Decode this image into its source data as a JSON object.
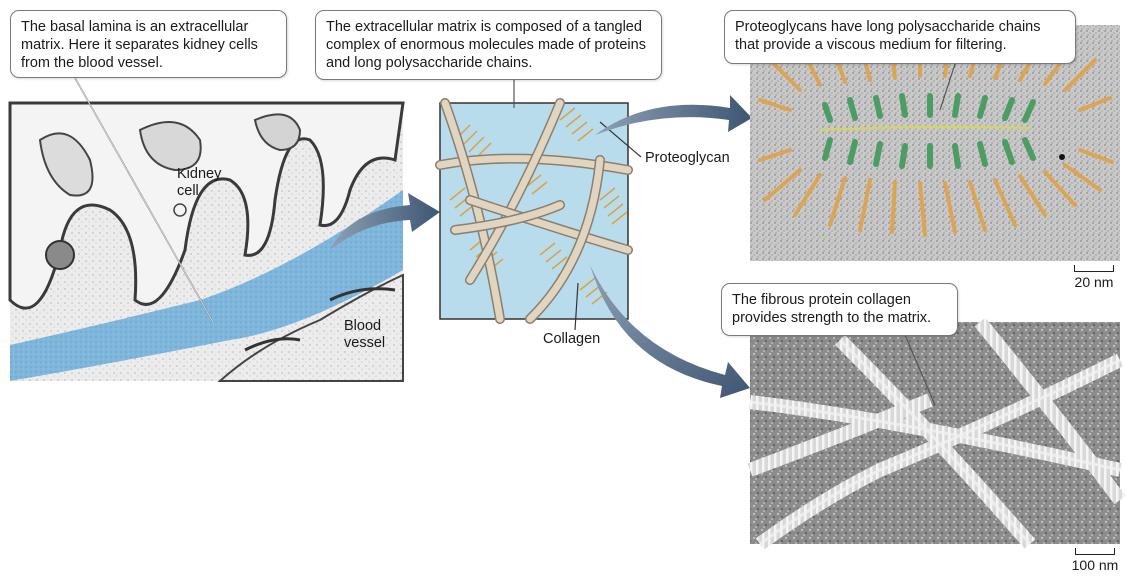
{
  "callouts": {
    "basal_lamina": "The basal lamina is an extracellular matrix. Here it separates kidney cells from the blood vessel.",
    "ecm": "The extracellular matrix is composed of a tangled complex of enormous molecules made of proteins and long polysaccharide chains.",
    "proteoglycans": "Proteoglycans have long polysaccharide chains that provide a viscous medium for filtering.",
    "collagen": "The fibrous protein collagen provides strength to the matrix."
  },
  "labels": {
    "kidney_cell": "Kidney cell",
    "blood_vessel": "Blood vessel",
    "proteoglycan": "Proteoglycan",
    "collagen": "Collagen"
  },
  "scale_bars": {
    "proteoglycan": "20 nm",
    "collagen": "100 nm"
  },
  "colors": {
    "basal_lamina": "#7fb6dc",
    "matrix_background": "#b8dceb",
    "collagen_fiber": "#e2d5c0",
    "proteoglycan_bristle": "#e0a040",
    "proteoglycan_core": "#3f9a5a",
    "arrow": "#4b6480"
  }
}
